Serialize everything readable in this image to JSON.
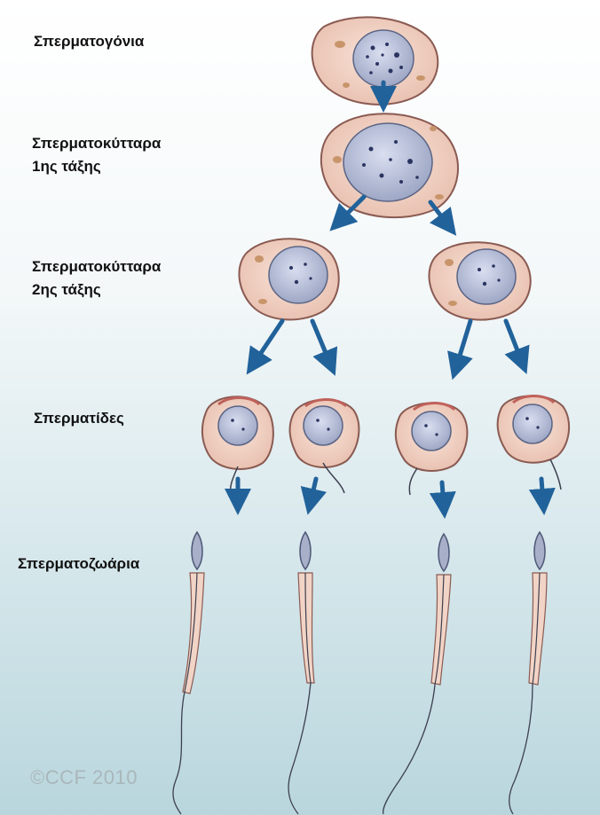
{
  "stages": [
    {
      "id": "spermatogonia",
      "lines": [
        "Σπερματογόνια"
      ]
    },
    {
      "id": "primary",
      "lines": [
        "Σπερματοκύτταρα",
        "1ης τάξης"
      ]
    },
    {
      "id": "secondary",
      "lines": [
        "Σπερματοκύτταρα",
        "2ης τάξης"
      ]
    },
    {
      "id": "spermatids",
      "lines": [
        "Σπερματίδες"
      ]
    },
    {
      "id": "spermatozoa",
      "lines": [
        "Σπερματοζωάρια"
      ]
    }
  ],
  "copyright": "©CCF 2010",
  "colors": {
    "cell_fill": "#f2d2c4",
    "cell_border": "#8a5a52",
    "nucleus": "#b5bdd4",
    "nucleus_border": "#5b6585",
    "arrow": "#21629a",
    "mitochondria": "#c8956b",
    "chromatin": "#2b3560"
  }
}
